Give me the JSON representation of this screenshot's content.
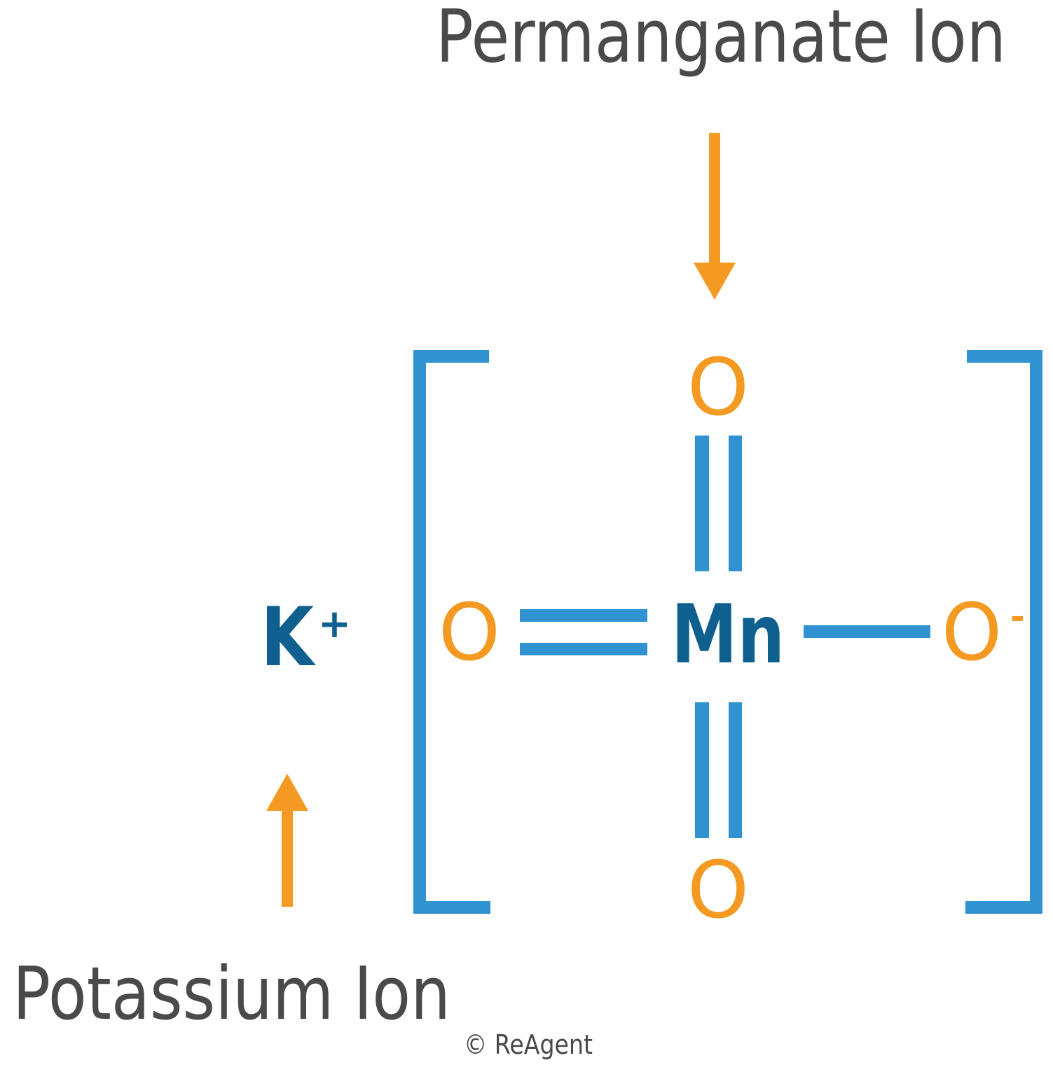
{
  "labels": {
    "permanganate": "Permanganate Ion",
    "potassium": "Potassium Ion",
    "copyright": "© ReAgent"
  },
  "atoms": {
    "potassium": "K",
    "potassium_charge": "+",
    "manganese": "Mn",
    "oxygen_top": "O",
    "oxygen_left": "O",
    "oxygen_bottom": "O",
    "oxygen_right": "O",
    "oxygen_right_charge": "-"
  },
  "colors": {
    "bond": "#3092d0",
    "bracket": "#3092d0",
    "oxygen": "#f49a22",
    "arrow": "#f49a22",
    "metal": "#0f5f8f",
    "label": "#4a4a4a"
  }
}
